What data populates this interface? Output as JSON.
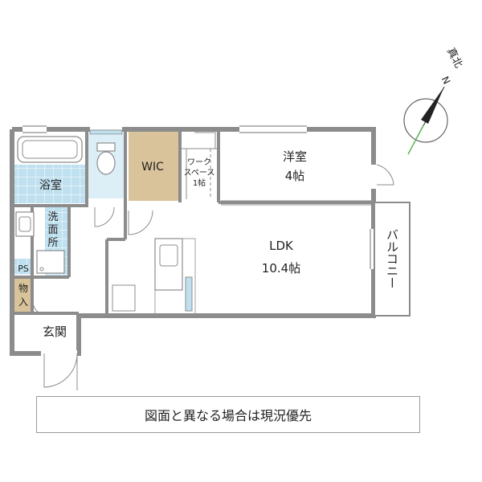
{
  "floorplan": {
    "rooms": {
      "bath": "浴室",
      "wic": "WIC",
      "workspace": [
        "ワーク",
        "スペース",
        "1帖"
      ],
      "western_room": [
        "洋室",
        "4帖"
      ],
      "washroom": [
        "洗",
        "面",
        "所"
      ],
      "ps": "PS",
      "storage": [
        "物",
        "入"
      ],
      "ldk": [
        "LDK",
        "10.4帖"
      ],
      "entrance": "玄関",
      "balcony": "バルコニー"
    },
    "compass": {
      "label": "真北",
      "letter": "N"
    },
    "colors": {
      "bath_tile": "#bfe0ef",
      "wic_floor": "#d9c39a",
      "storage_floor": "#d9c39a",
      "ps_floor": "#bfe0ef",
      "wall": "#8c8c8c",
      "compass_accent": "#5fb85a"
    }
  },
  "disclaimer": "図面と異なる場合は現況優先"
}
